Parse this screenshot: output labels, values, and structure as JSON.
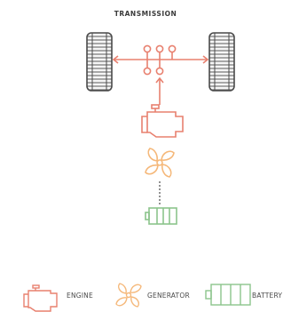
{
  "title": "TRANSMISSION",
  "colors": {
    "transmission": "#e8806f",
    "engine": "#e8806f",
    "generator": "#f5b87a",
    "battery": "#8cc48c",
    "wheel": "#4a4a4a",
    "connector": "#707070"
  },
  "icons": {
    "wheel": "tire-icon",
    "gearbox": "gear-shift-icon",
    "engine": "engine-icon",
    "generator": "fan-rotor-icon",
    "battery": "battery-icon"
  },
  "legend": {
    "engine": "ENGINE",
    "generator": "GENERATOR",
    "battery": "BATTERY"
  }
}
